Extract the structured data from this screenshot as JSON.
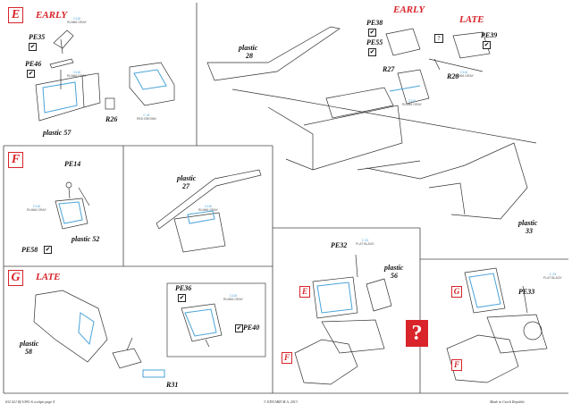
{
  "steps": {
    "e": "E",
    "f": "F",
    "g": "G",
    "e2": "E",
    "f2": "F",
    "g2": "G",
    "f3": "F"
  },
  "variants": {
    "early_e": "EARLY",
    "early_main": "EARLY",
    "late_main": "LATE",
    "late_g": "LATE"
  },
  "parts": {
    "pe35": "PE35",
    "pe46": "PE46",
    "plastic57": "plastic 57",
    "r26": "R26",
    "pe38": "PE38",
    "pe55": "PE55",
    "pe39": "PE39",
    "r27": "R27",
    "r28": "R28",
    "plastic28_a": "plastic",
    "plastic28_b": "28",
    "pe14": "PE14",
    "pe58": "PE58",
    "plastic52": "plastic 52",
    "plastic27_a": "plastic",
    "plastic27_b": "27",
    "plastic33_a": "plastic",
    "plastic33_b": "33",
    "pe32": "PE32",
    "plastic56_a": "plastic",
    "plastic56_b": "56",
    "pe33": "PE33",
    "pe36": "PE36",
    "pe40": "PE40",
    "plastic58_a": "plastic",
    "plastic58_b": "58",
    "r31": "R31",
    "question": "?"
  },
  "paints": {
    "c116_a": {
      "code": "C116",
      "name": "RLM66 GRAY"
    },
    "c116_b": {
      "code": "C116",
      "name": "RLM66 GRAY"
    },
    "c41": {
      "code": "C 41",
      "name": "RED BROWN"
    },
    "c116_c": {
      "code": "C116",
      "name": "RLM66 GRAY"
    },
    "c116_d": {
      "code": "C116",
      "name": "RLM66 GRAY"
    },
    "c116_e": {
      "code": "C116",
      "name": "RLM66 GRAY"
    },
    "c116_f": {
      "code": "C116",
      "name": "RLM66 GRAY"
    },
    "c116_g": {
      "code": "C116",
      "name": "RLM66 GRAY"
    },
    "c33_a": {
      "code": "C 33",
      "name": "FLAT BLACK"
    },
    "c33_b": {
      "code": "C 33",
      "name": "FLAT BLACK"
    }
  },
  "footer": {
    "left": "632 021   Bf 109G-6 cockpit   page 4",
    "center": "© EDUARD   M.A. 2013",
    "right": "Made in Czech Republic"
  },
  "colors": {
    "accent_red": "#d8242a",
    "paint_blue": "#4aa3d8",
    "line": "#333333"
  }
}
